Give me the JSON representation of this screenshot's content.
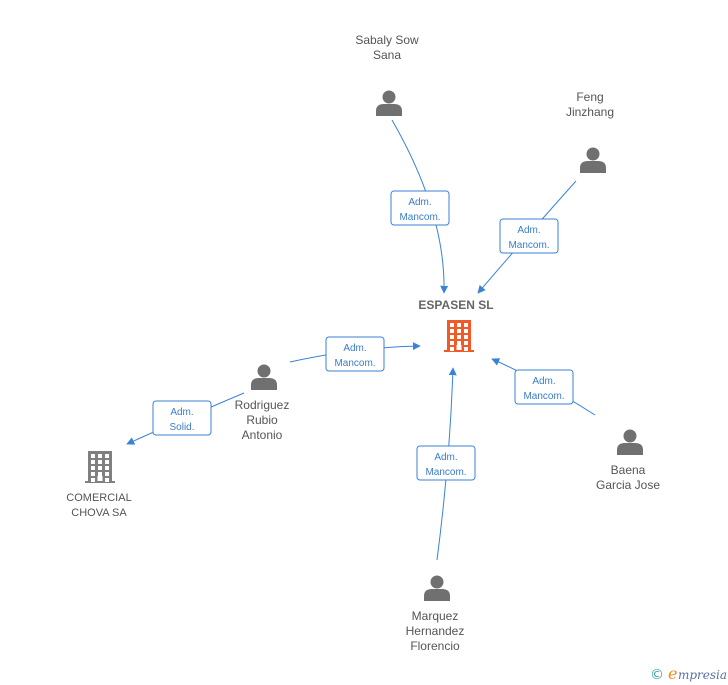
{
  "colors": {
    "edge": "#3a82d6",
    "edge_text": "#3a7dc9",
    "person_icon": "#707070",
    "center_company_icon": "#f05a28",
    "company_icon": "#808080"
  },
  "center": {
    "name": "ESPASEN SL",
    "icon": "building-icon"
  },
  "people": [
    {
      "id": "sabaly",
      "lines": [
        "Sabaly Sow",
        "Sana"
      ],
      "icon": "person-icon"
    },
    {
      "id": "feng",
      "lines": [
        "Feng",
        "Jinzhang"
      ],
      "icon": "person-icon"
    },
    {
      "id": "rodriguez",
      "lines": [
        "Rodriguez",
        "Rubio",
        "Antonio"
      ],
      "icon": "person-icon"
    },
    {
      "id": "baena",
      "lines": [
        "Baena",
        "Garcia Jose"
      ],
      "icon": "person-icon"
    },
    {
      "id": "marquez",
      "lines": [
        "Marquez",
        "Hernandez",
        "Florencio"
      ],
      "icon": "person-icon"
    }
  ],
  "companies": [
    {
      "id": "comercial",
      "lines": [
        "COMERCIAL",
        "CHOVA SA"
      ],
      "icon": "building-icon"
    }
  ],
  "edges": [
    {
      "from": "sabaly",
      "to": "center",
      "label": [
        "Adm.",
        "Mancom."
      ]
    },
    {
      "from": "feng",
      "to": "center",
      "label": [
        "Adm.",
        "Mancom."
      ]
    },
    {
      "from": "rodriguez",
      "to": "center",
      "label": [
        "Adm.",
        "Mancom."
      ]
    },
    {
      "from": "baena",
      "to": "center",
      "label": [
        "Adm.",
        "Mancom."
      ]
    },
    {
      "from": "marquez",
      "to": "center",
      "label": [
        "Adm.",
        "Mancom."
      ]
    },
    {
      "from": "rodriguez",
      "to": "comercial",
      "label": [
        "Adm.",
        "Solid."
      ]
    }
  ],
  "watermark": {
    "copyright": "©",
    "brand_initial": "e",
    "brand_rest": "mpresia"
  }
}
